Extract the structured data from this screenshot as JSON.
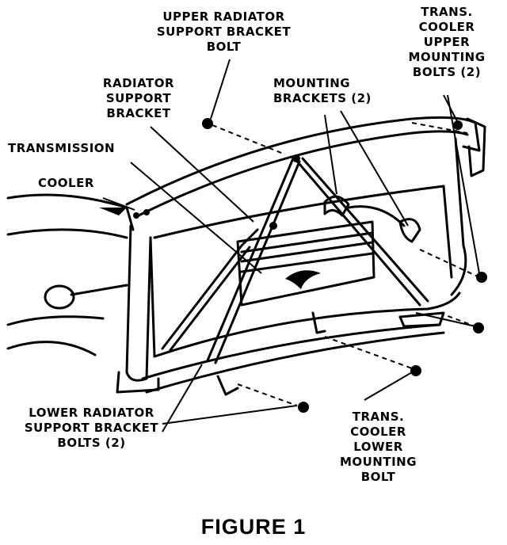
{
  "labels": {
    "upper_radiator_support_bracket_bolt": [
      "UPPER RADIATOR",
      "SUPPORT BRACKET",
      "BOLT"
    ],
    "trans_cooler_upper_mounting_bolts": [
      "TRANS.",
      "COOLER",
      "UPPER",
      "MOUNTING",
      "BOLTS (2)"
    ],
    "radiator_support_bracket": [
      "RADIATOR",
      "SUPPORT",
      "BRACKET"
    ],
    "mounting_brackets": [
      "MOUNTING",
      "BRACKETS (2)"
    ],
    "transmission": "TRANSMISSION",
    "cooler": "COOLER",
    "lower_radiator_support_bracket_bolts": [
      "LOWER RADIATOR",
      "SUPPORT BRACKET",
      "BOLTS (2)"
    ],
    "trans_cooler_lower_mounting_bolt": [
      "TRANS.",
      "COOLER",
      "LOWER",
      "MOUNTING",
      "BOLT"
    ]
  },
  "caption": "FIGURE 1"
}
